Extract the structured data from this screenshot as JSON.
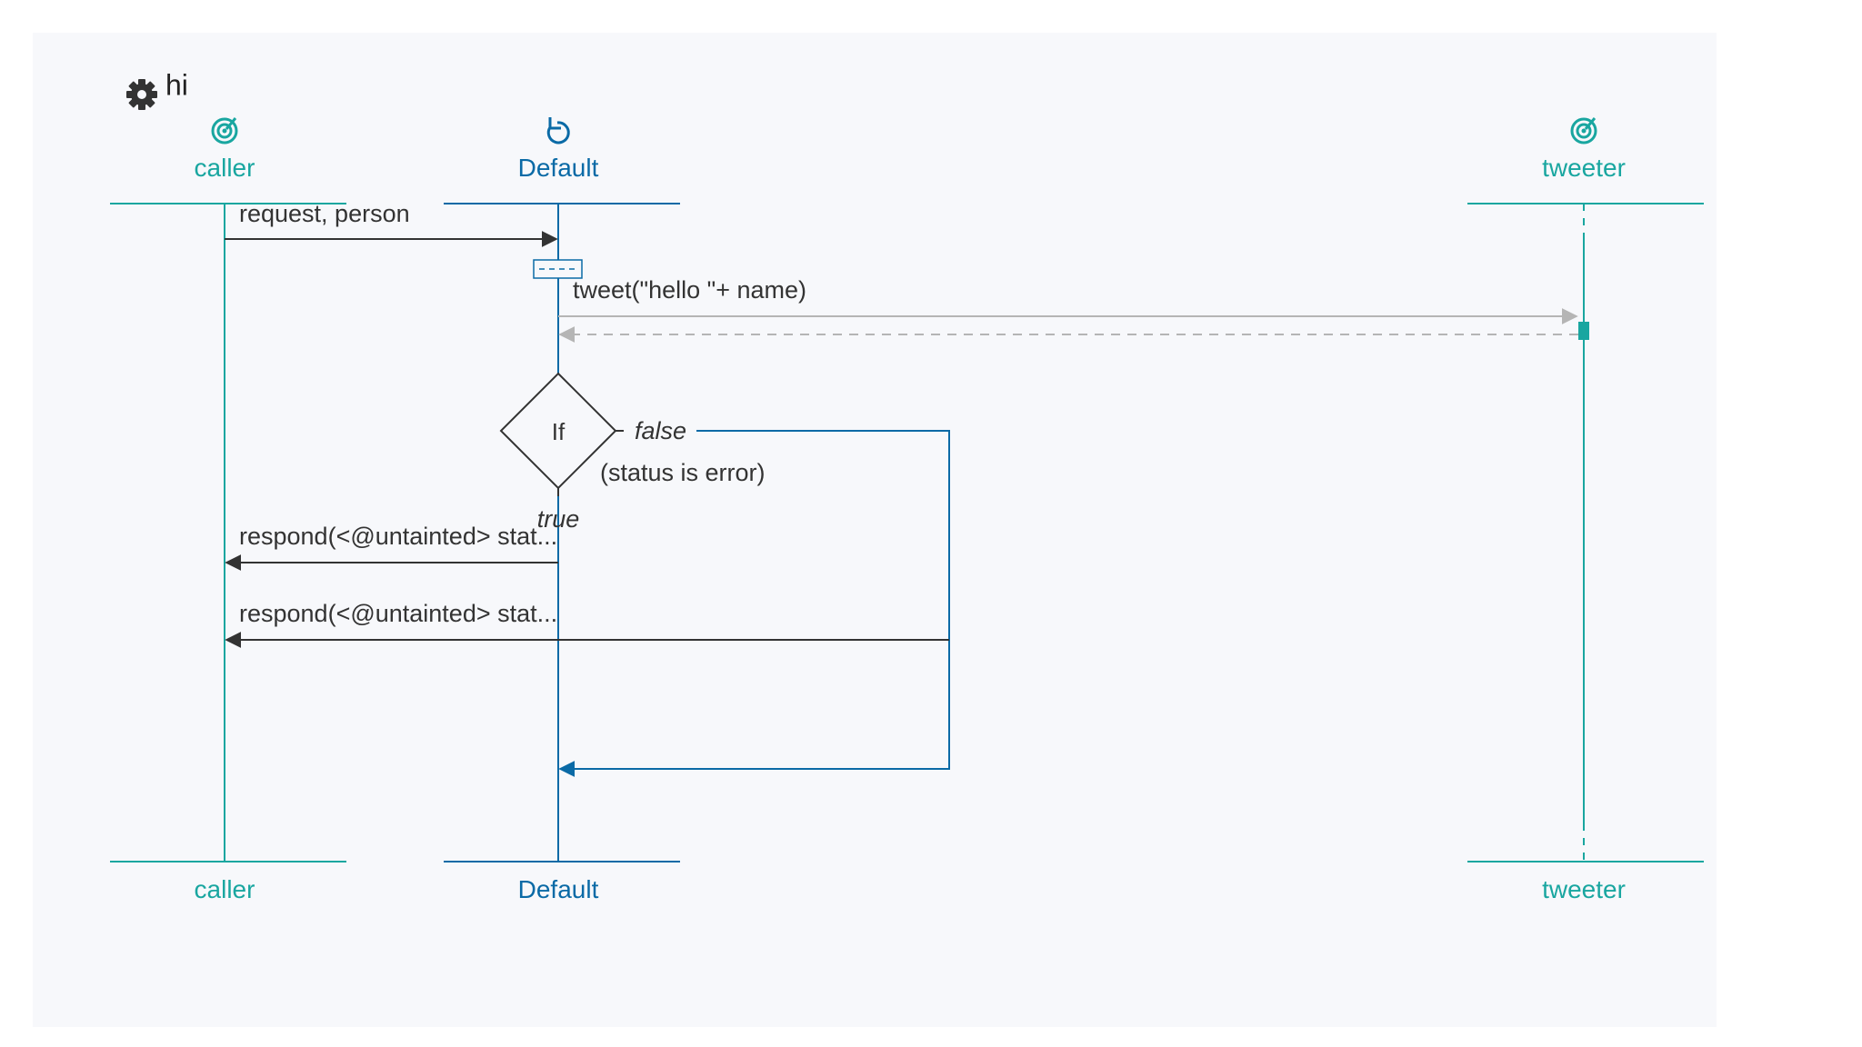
{
  "diagram": {
    "title": "hi",
    "participants": {
      "caller": {
        "label": "caller",
        "color": "#19a6a0"
      },
      "default": {
        "label": "Default",
        "color": "#0a6aa6"
      },
      "tweeter": {
        "label": "tweeter",
        "color": "#19a6a0"
      }
    },
    "messages": {
      "request": "request, person",
      "tweet": "tweet(\"hello \"+ name)",
      "respond_true": "respond(<@untainted> stat...",
      "respond_false": "respond(<@untainted> stat..."
    },
    "if_block": {
      "label": "If",
      "condition": "(status is error)",
      "true_label": "true",
      "false_label": "false"
    },
    "colors": {
      "teal": "#19a6a0",
      "blue": "#0a6aa6",
      "arrow": "#333333",
      "dashed": "#b5b5b5",
      "background": "#f7f8fb"
    }
  }
}
